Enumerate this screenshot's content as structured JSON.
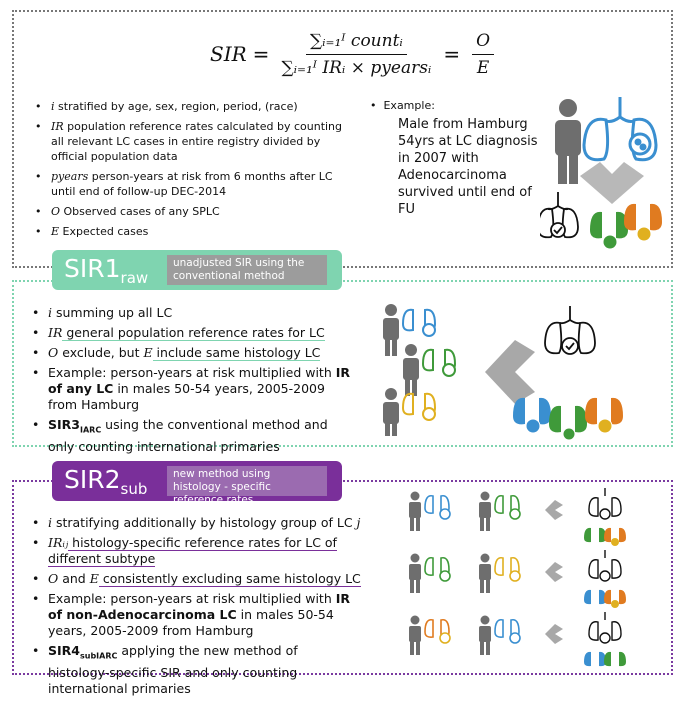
{
  "formula": {
    "lhs": "SIR",
    "num": "∑ᵢ₌₁ᴵ countᵢ",
    "den": "∑ᵢ₌₁ᴵ IRᵢ × pyearsᵢ",
    "eq2": "=",
    "frac2_num": "O",
    "frac2_den": "E"
  },
  "top": {
    "bullets": [
      {
        "sym": "i",
        "text": " stratified by age, sex, region, period, (race)"
      },
      {
        "sym": "IR",
        "text": " population reference rates calculated by counting all relevant LC cases in entire registry divided by official population data"
      },
      {
        "sym": "pyears",
        "text": " person-years at risk from 6 months after LC until end of follow-up DEC-2014"
      },
      {
        "sym": "O",
        "text": " Observed cases of any SPLC"
      },
      {
        "sym": "E",
        "text": " Expected cases"
      }
    ],
    "example_label": "Example:",
    "example_text": "Male from Hamburg 54yrs at LC diagnosis in 2007 with Adenocarcinoma survived until end of FU"
  },
  "sir1": {
    "title": "SIR1",
    "sub": "raw",
    "tag": "unadjusted SIR using the conventional method",
    "b1_sym": "i",
    "b1": " summing up all LC",
    "b2_sym": "IR",
    "b2": " general population reference rates for LC",
    "b3_sym1": "O",
    "b3a": " exclude, but ",
    "b3_sym2": "E",
    "b3b": " include same histology LC",
    "b4a": "Example: person-years at risk multiplied with ",
    "b4b": "IR of any LC",
    "b4c": " in males 50-54 years, 2005-2009 from Hamburg",
    "b5a": "SIR3",
    "b5sub": "IARC",
    "b5b": " using the conventional method and only counting international primaries"
  },
  "sir2": {
    "title": "SIR2",
    "sub": "sub",
    "tag": "new method using histology - specific reference rates",
    "b1_sym": "i",
    "b1": " stratifying additionally by histology group of LC ",
    "b1_sym2": "j",
    "b2_sym": "IRᵢⱼ",
    "b2": " histology-specific reference rates for LC of different subtype",
    "b3_sym1": "O",
    "b3a": " and ",
    "b3_sym2": "E",
    "b3b": " consistently excluding same histology LC",
    "b4a": "Example: person-years at risk multiplied with ",
    "b4b": "IR of non-Adenocarcinoma LC",
    "b4c": " in males 50-54 years, 2005-2009 from Hamburg",
    "b5a": "SIR4",
    "b5sub": "subIARC",
    "b5b": " applying the new method of histology-specific SIR and only counting international primaries"
  },
  "colors": {
    "teal": "#7fd4b0",
    "purple": "#7a2f9a",
    "grey": "#9c9c9c",
    "blue": "#3a8fd0",
    "green": "#3f9a3a",
    "yellow": "#e0b020",
    "orange": "#e07b20"
  }
}
